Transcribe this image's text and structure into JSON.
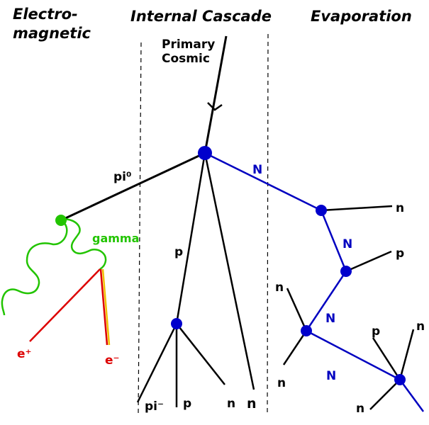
{
  "sections": {
    "electromagnetic": [
      "Electro-",
      "magnetic"
    ],
    "internal_cascade": "Internal Cascade",
    "evaporation": "Evaporation"
  },
  "primary": [
    "Primary",
    "Cosmic"
  ],
  "labels": {
    "pi0": "pi⁰",
    "gamma": "gamma",
    "e_plus": "e⁺",
    "e_minus": "e⁻",
    "p_cascade": "p",
    "N_1": "N",
    "N_2": "N",
    "N_3": "N",
    "N_4": "N",
    "pi_minus": "pi⁻",
    "p_bottom": "p",
    "n_bottom_1": "n",
    "n_bottom_2": "n",
    "n_evap_1": "n",
    "p_evap_1": "p",
    "n_evap_2": "n",
    "n_evap_3": "n",
    "p_evap_2": "p",
    "n_evap_4": "n",
    "n_evap_5": "n"
  },
  "colors": {
    "black": "#000000",
    "nucleon_blue": "#0000c0",
    "node_blue": "#0000cc",
    "gamma_green": "#22c400",
    "electron_red": "#dd0000",
    "electron_yellow": "#f0c000"
  }
}
